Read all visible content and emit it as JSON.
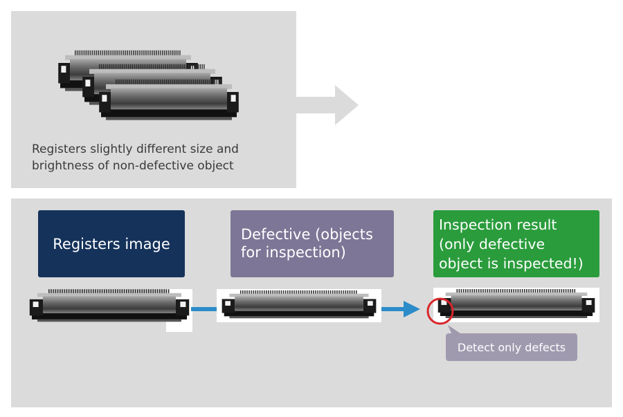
{
  "top": {
    "caption_line1": "Registers slightly different size and",
    "caption_line2": "brightness of non-defective object"
  },
  "steps": {
    "register": {
      "label": "Registers image"
    },
    "defective": {
      "line1": "Defective (objects",
      "line2": "for inspection)"
    },
    "result": {
      "line1": "Inspection result",
      "line2": "(only defective",
      "line3": "object is inspected!)"
    }
  },
  "badge": {
    "label": "Detect only defects"
  },
  "colors": {
    "panel": "#dcdbdb",
    "register_box": "#15325a",
    "defective_box": "#7d7696",
    "result_box": "#2a9c3c",
    "flow_arrow": "#2b8cc8",
    "defect_circle": "#d8262b",
    "badge": "#a09aaf"
  },
  "icons": [
    "connector-image",
    "right-arrow-icon",
    "defect-circle-icon"
  ]
}
